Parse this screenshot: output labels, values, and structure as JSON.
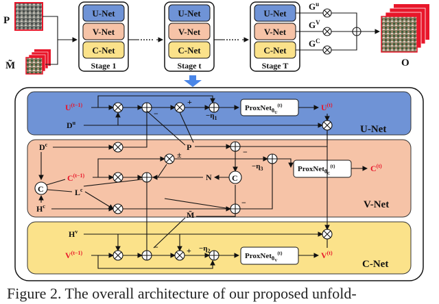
{
  "top": {
    "input_p": "P",
    "input_m": "M̃",
    "output_o": "O",
    "stages": [
      {
        "label": "Stage 1",
        "blocks": [
          "U-Net",
          "V-Net",
          "C-Net"
        ]
      },
      {
        "label": "Stage t",
        "blocks": [
          "U-Net",
          "V-Net",
          "C-Net"
        ]
      },
      {
        "label": "Stage T",
        "blocks": [
          "U-Net",
          "V-Net",
          "C-Net"
        ]
      }
    ],
    "gates": {
      "gu": "G",
      "gu_sup": "u",
      "gv": "G",
      "gv_sup": "V",
      "gc": "G",
      "gc_sup": "C"
    }
  },
  "panels": {
    "unet": {
      "title": "U-Net",
      "color": "#6f93d6"
    },
    "vnet": {
      "title": "V-Net",
      "color": "#f6c3a7"
    },
    "cnet": {
      "title": "C-Net",
      "color": "#fbe28a"
    }
  },
  "labels": {
    "u_prev": "U",
    "t_minus": "(t−1)",
    "u_next": "U",
    "t_sup": "(t)",
    "du": "D",
    "du_sup": "u",
    "dc": "D",
    "dc_sup": "c",
    "c_prev": "C",
    "lc": "L",
    "lc_sup": "c",
    "hc": "H",
    "hc_sup": "c",
    "n": "N",
    "p": "P",
    "m_tilde": "M̃",
    "c_next": "C",
    "hv": "H",
    "hv_sup": "v",
    "v_prev": "V",
    "v_next": "V",
    "eta1": "−η",
    "eta1_sub": "1",
    "eta2": "−η",
    "eta2_sub": "2",
    "eta3": "−η",
    "eta3_sub": "3",
    "plus": "+",
    "minus": "−",
    "pm": "±",
    "concat": "C"
  },
  "prox": {
    "u": {
      "text": "ProxNet",
      "sub": "θ",
      "subsub": "U",
      "sup": "(t)"
    },
    "c": {
      "text": "ProxNet",
      "sub": "θ",
      "subsub": "C",
      "sup": "(t)"
    },
    "v": {
      "text": "ProxNet",
      "sub": "θ",
      "subsub": "V",
      "sup": "(t)"
    }
  },
  "caption": "Figure 2. The overall architecture of our proposed unfold-"
}
